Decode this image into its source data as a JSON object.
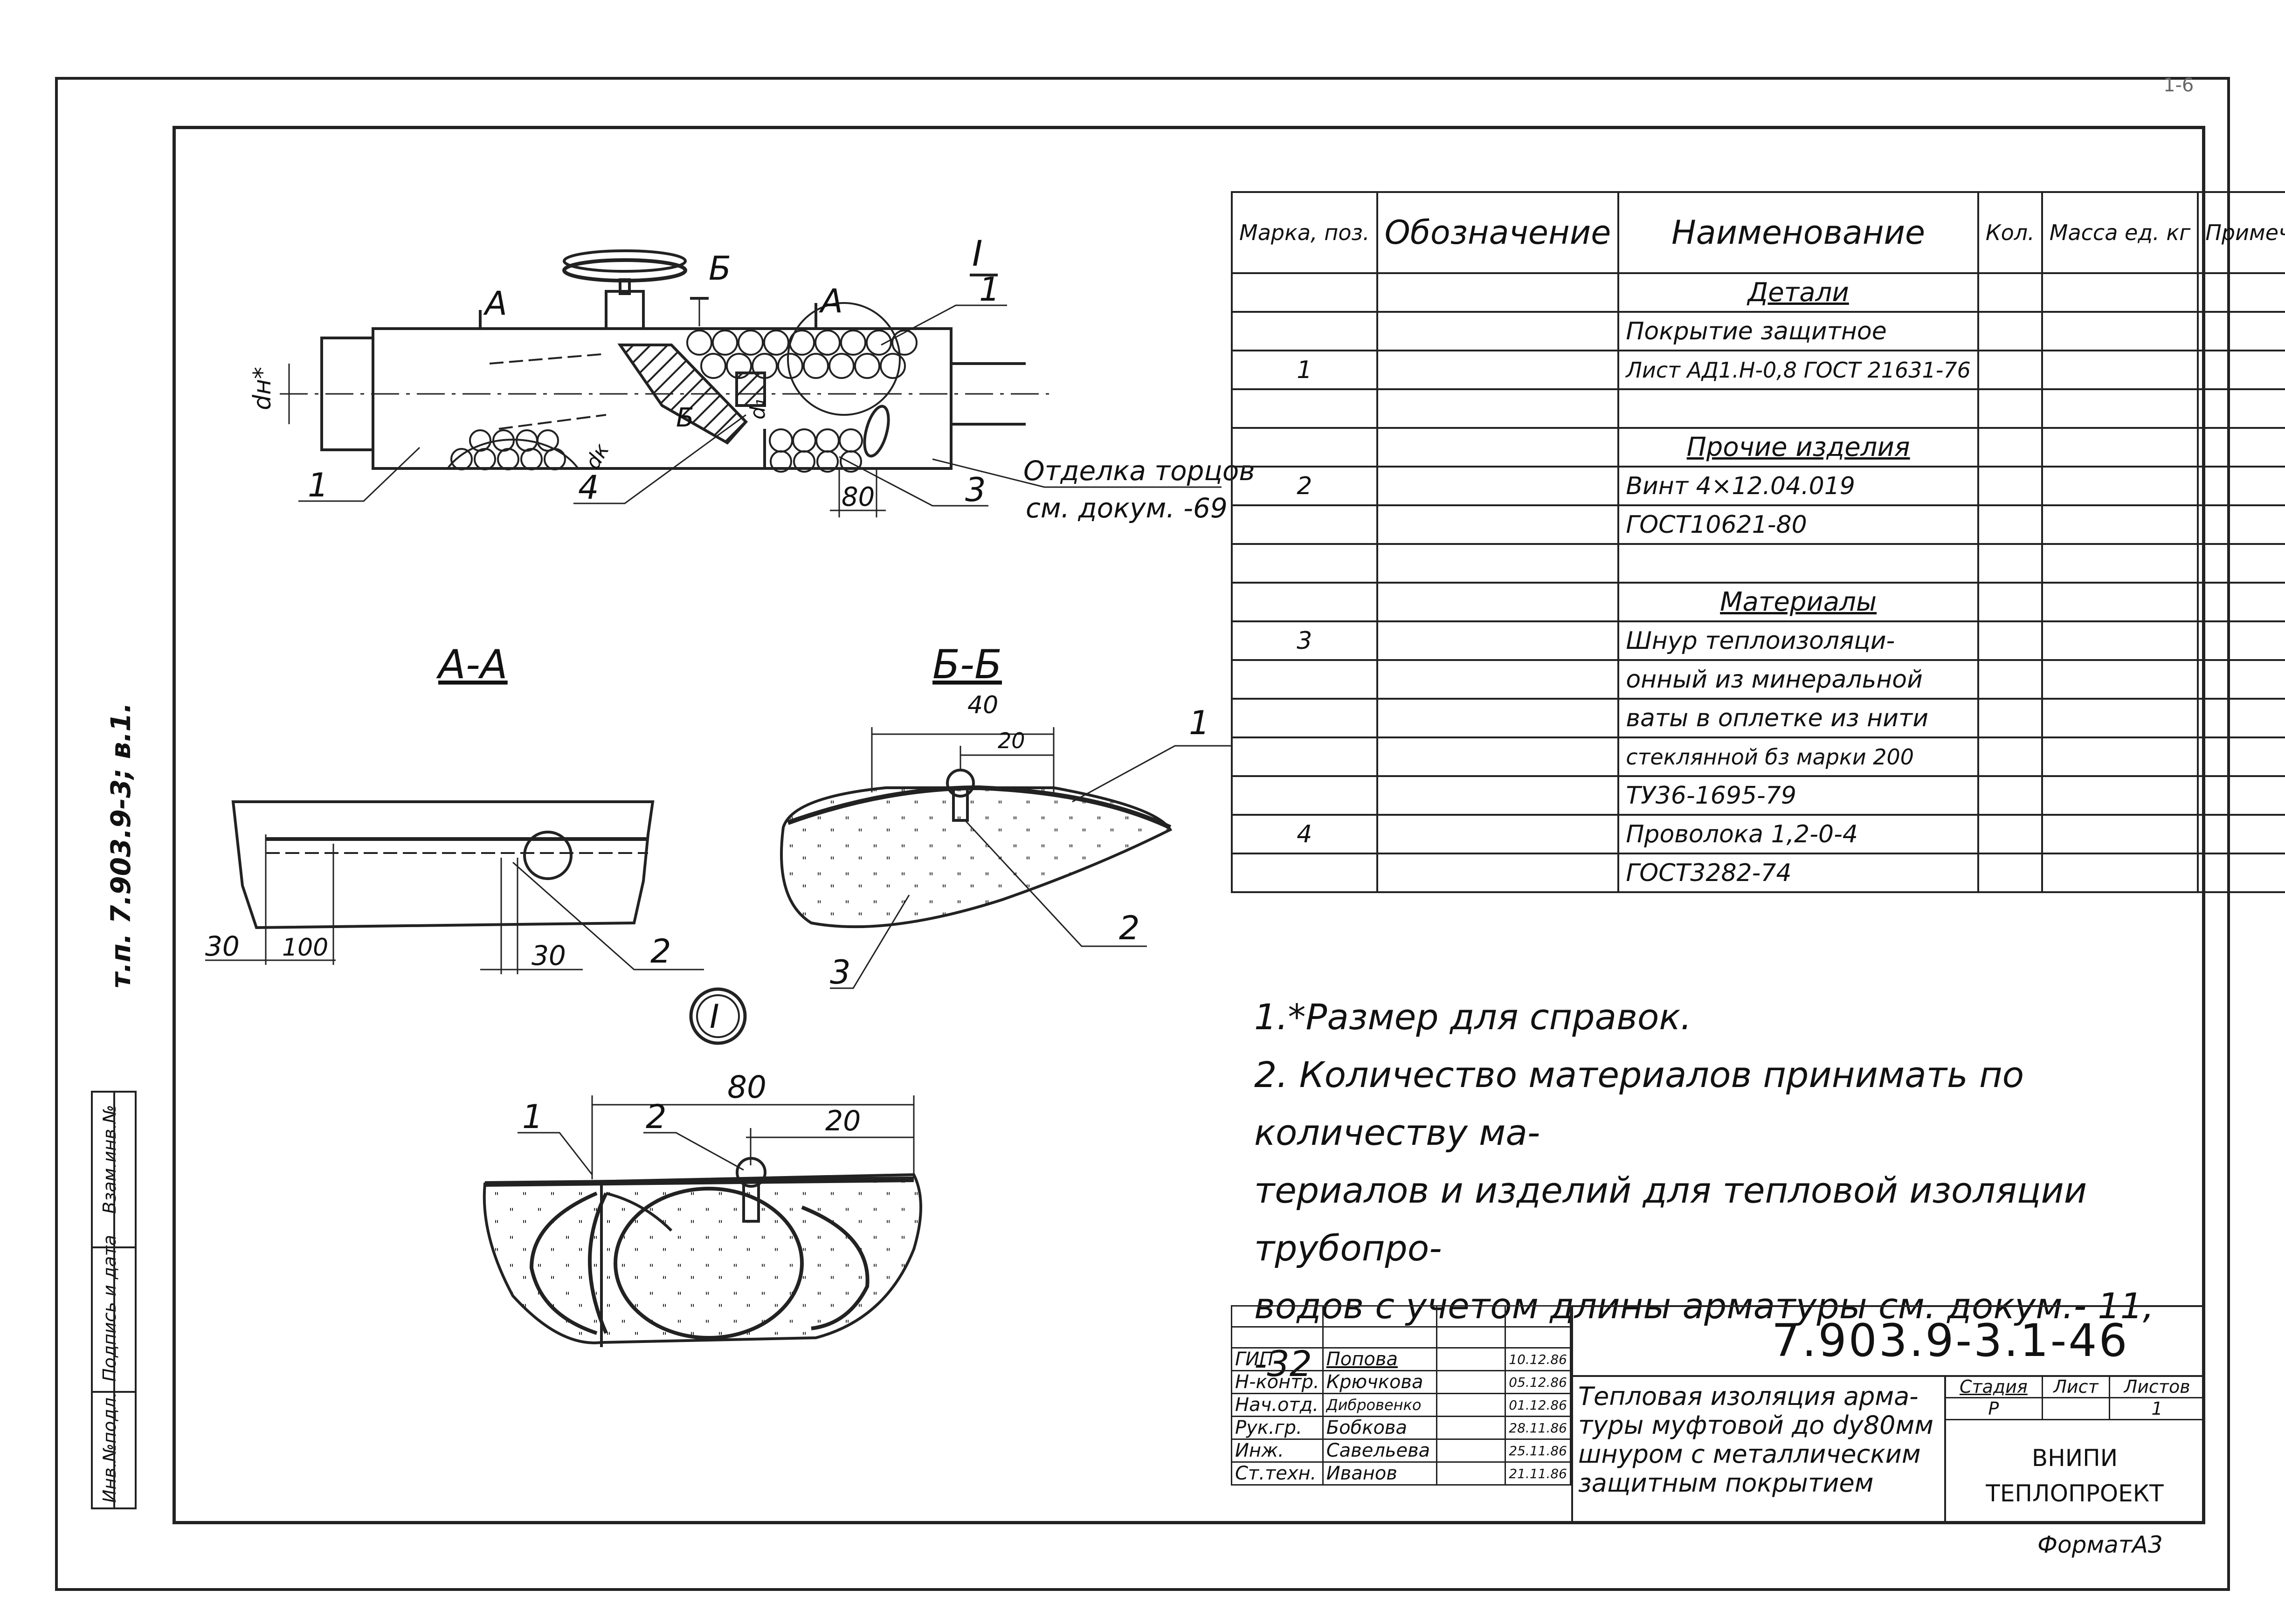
{
  "corner_mark": "1-6",
  "side_text": "т.п. 7.903.9-3; в.1.",
  "side_stamp": [
    "Инв.№подл.",
    "Подпись и дата",
    "Взам.инв.№"
  ],
  "drawing": {
    "main_view": {
      "section_marks": [
        "A",
        "A",
        "Б",
        "Б"
      ],
      "detail_mark": "I",
      "dim_dn": "dн*",
      "dim_dk": "dк",
      "dim_d1": "d₁",
      "dim_80": "80",
      "callouts": [
        "1",
        "4",
        "3",
        "1"
      ],
      "end_note_line1": "Отделка торцов",
      "end_note_line2": "см. докум. -69"
    },
    "section_aa": {
      "title": "А-А",
      "dims": [
        "30",
        "100",
        "30"
      ],
      "callout": "2"
    },
    "section_bb": {
      "title": "Б-Б",
      "dims": [
        "40",
        "20"
      ],
      "callouts": [
        "1",
        "2",
        "3"
      ]
    },
    "detail_i": {
      "mark": "I",
      "dims": [
        "80",
        "20"
      ],
      "callouts": [
        "1",
        "2"
      ]
    }
  },
  "spec_table": {
    "headers": {
      "mark": "Марка, поз.",
      "designation": "Обозначение",
      "name": "Наименование",
      "qty": "Кол.",
      "mass": "Масса ед. кг",
      "note": "Примеч."
    },
    "rows": [
      {
        "mark": "",
        "name": "Детали",
        "section": true
      },
      {
        "mark": "",
        "name": "Покрытие защитное"
      },
      {
        "mark": "1",
        "name": "Лист АД1.Н-0,8 ГОСТ 21631-76"
      },
      {
        "mark": "",
        "name": ""
      },
      {
        "mark": "",
        "name": "Прочие изделия",
        "section": true
      },
      {
        "mark": "2",
        "name": "Винт 4×12.04.019"
      },
      {
        "mark": "",
        "name": "ГОСТ10621-80"
      },
      {
        "mark": "",
        "name": ""
      },
      {
        "mark": "",
        "name": "Материалы",
        "section": true
      },
      {
        "mark": "3",
        "name": "Шнур теплоизоляци-"
      },
      {
        "mark": "",
        "name": "онный из минеральной"
      },
      {
        "mark": "",
        "name": "ваты в оплетке из нити"
      },
      {
        "mark": "",
        "name": "стеклянной бз марки 200"
      },
      {
        "mark": "",
        "name": "ТУ36-1695-79"
      },
      {
        "mark": "4",
        "name": "Проволока 1,2-0-4"
      },
      {
        "mark": "",
        "name": "ГОСТ3282-74"
      }
    ]
  },
  "notes": [
    "1.*Размер для справок.",
    "2. Количество материалов принимать по количеству ма-",
    "териалов и изделий для тепловой изоляции трубопро-",
    "водов с учетом длины арматуры см. докум.- 11, -32"
  ],
  "title_block": {
    "code": "7.903.9-3.1-46",
    "title_lines": [
      "Тепловая изоляция арма-",
      "туры муфтовой до dу80мм",
      "шнуром с металлическим",
      "защитным покрытием"
    ],
    "stage_label": "Стадия",
    "sheet_label": "Лист",
    "sheets_label": "Листов",
    "stage": "Р",
    "sheet": "",
    "sheets": "1",
    "org_line1": "ВНИПИ",
    "org_line2": "ТЕПЛОПРОЕКТ",
    "format": "ФорматА3",
    "signatures": [
      {
        "role": "ГИП",
        "name": "Попова",
        "date": "10.12.86"
      },
      {
        "role": "Н-контр.",
        "name": "Крючкова",
        "date": "05.12.86"
      },
      {
        "role": "Нач.отд.",
        "name": "Дибровенко",
        "date": "01.12.86"
      },
      {
        "role": "Рук.гр.",
        "name": "Бобкова",
        "date": "28.11.86"
      },
      {
        "role": "Инж.",
        "name": "Савельева",
        "date": "25.11.86"
      },
      {
        "role": "Ст.техн.",
        "name": "Иванов",
        "date": "21.11.86"
      }
    ]
  }
}
